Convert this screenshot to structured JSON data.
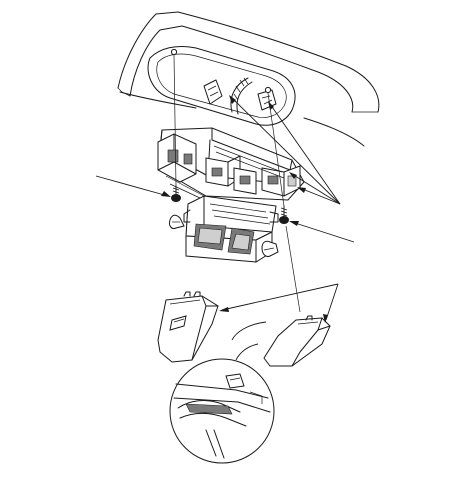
{
  "diagram": {
    "kind": "exploded-assembly-illustration",
    "colors": {
      "line": "#1a1a1a",
      "paper": "#ffffff",
      "shade": "#7a7a7a",
      "light_shade": "#cfcfcf"
    },
    "parts": [
      {
        "id": "roof-panel",
        "label": ""
      },
      {
        "id": "console-bracket",
        "label": ""
      },
      {
        "id": "console-housing",
        "label": ""
      },
      {
        "id": "left-lens",
        "label": ""
      },
      {
        "id": "right-lens",
        "label": ""
      },
      {
        "id": "detail-magnifier",
        "label": ""
      }
    ],
    "callouts": [
      {
        "id": "callout-left-screw"
      },
      {
        "id": "callout-right-screw"
      },
      {
        "id": "callout-clips-upper"
      },
      {
        "id": "callout-lenses"
      }
    ]
  }
}
